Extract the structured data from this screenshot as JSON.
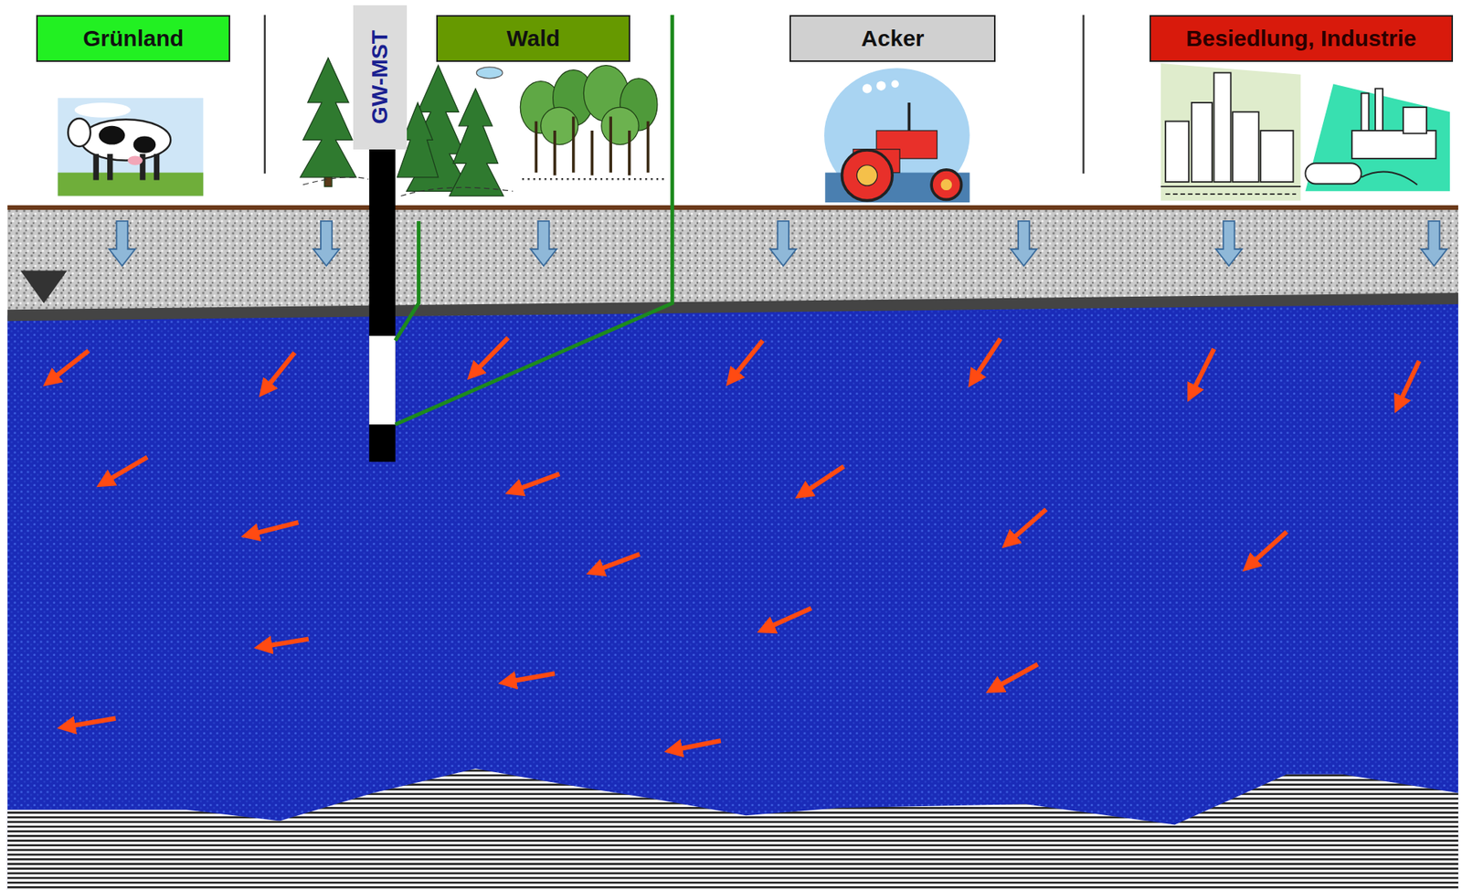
{
  "diagram": {
    "nodes": [
      {
        "text": [
          "Grünland"
        ]
      },
      {
        "text": [
          "GW-MST"
        ]
      },
      {
        "text": [
          "Wald"
        ]
      },
      {
        "text": [
          "Acker"
        ]
      },
      {
        "text": [
          "Besiedlung, Industrie"
        ]
      }
    ]
  }
}
